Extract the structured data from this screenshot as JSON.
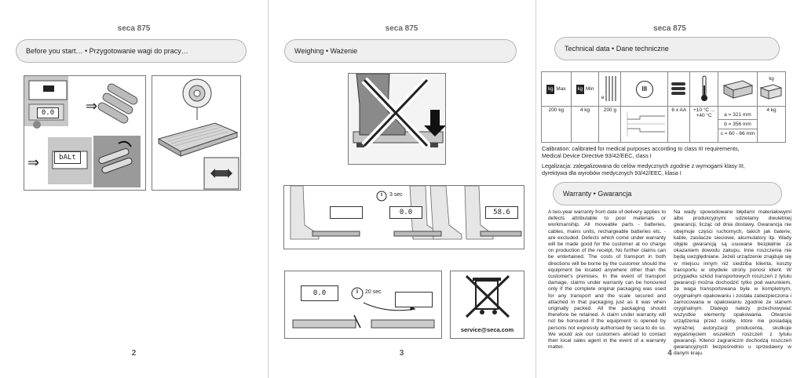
{
  "header": "seca 875",
  "pages": [
    {
      "number": "2",
      "section_title": "Before you start… • Przygotowanie wagi do pracy…",
      "display_1": "0.0",
      "display_2": "bALt"
    },
    {
      "number": "3",
      "section_title": "Weighing • Ważenie",
      "timer_1": "3 sec",
      "display_zero": "0.0",
      "display_weight": "58.6",
      "timer_2": "20 sec",
      "service_email": "service@seca.com"
    },
    {
      "number": "4",
      "section_title": "Technical data • Dane techniczne",
      "warranty_title": "Warranty • Gwarancja"
    }
  ],
  "tech": {
    "icon_labels": {
      "max": "Max",
      "min": "Min",
      "e": "e",
      "kg": "kg",
      "class": "III",
      "dim_a": "a",
      "dim_b": "b",
      "dim_c": "c"
    },
    "values": {
      "max": "200 kg",
      "min": "4 kg",
      "e": "200 g",
      "battery": "6 x AA",
      "temp_1": "+10 °C ...",
      "temp_2": "+40 °C",
      "dim_a": "a = 321 mm",
      "dim_b": "b = 356 mm",
      "dim_c": "c = 60 - 66 mm",
      "weight": "4 kg"
    },
    "calibration_en_1": "Calibration: calibrated for medical purposes according to class III requirements,",
    "calibration_en_2": "Medical Device Directive 93/42/EEC, class I",
    "calibration_pl_1": "Legalizacja: zalegalizowana do celów medycznych zgodnie z wymogami klasy III,",
    "calibration_pl_2": "dyrektywa dla wyrobów medycznych 93/42/EEC, klasa I"
  },
  "warranty": {
    "en": "A two-year warranty from date of delivery applies to defects attributable to poor materials or workmanship. All moveable parts - batteries, cables, mains units, rechargeable batteries etc. - are excluded. Defects which come under warranty will be made good for the customer at no charge on production of the receipt. No further claims can be entertained. The costs of transport in both directions will be borne by the customer should the equipment be located anywhere other than the customer's premises. In the event of transport damage, claims under warranty can be honoured only if the complete original packaging was used for any transport and the scale secured and attached in that packaging just as it was when originally packed. All the packaging should therefore be retained. A claim under warranty will not be honoured if the equipment is opened by persons not expressly authorised by seca to do so. We would ask our customers abroad to contact their local sales agent in the event of a warranty matter.",
    "pl": "Na wady spowodowane błędami materiałowymi albo produkcyjnymi udzielamy dwuletniej gwarancji, licząc od dnia dostawy. Gwarancja nie obejmuje części ruchomych, takich jak baterie, kable, zasilacze sieciowe, akumulatory itp. Wady objęte gwarancją są usuwane bezpłatnie za okazaniem dowodu zakupu. Inne roszczenia nie będą uwzględniane. Jeżeli urządzenie znajduje się w miejscu innym niż siedziba klienta, koszty transportu w obydwie strony ponosi klient. W przypadku szkód transportowych roszczeń z tytułu gwarancji można dochodzić tylko pod warunkiem, że waga transportowana była w kompletnym, oryginalnym opakowaniu i została zabezpieczona i zamocowana w opakowaniu zgodnie ze stanem oryginalnym. Dlatego należy przechowywać wszystkie elementy opakowania. Otwarcie urządzenia przez osoby, które nie posiadają wyraźnej autoryzacji producenta, skutkuje wygaśnięciem wszelkich roszczeń z tytułu gwarancji. Klienci zagraniczni dochodzą roszczeń gwarancyjnych bezpośrednio u sprzedawcy w danym kraju."
  }
}
